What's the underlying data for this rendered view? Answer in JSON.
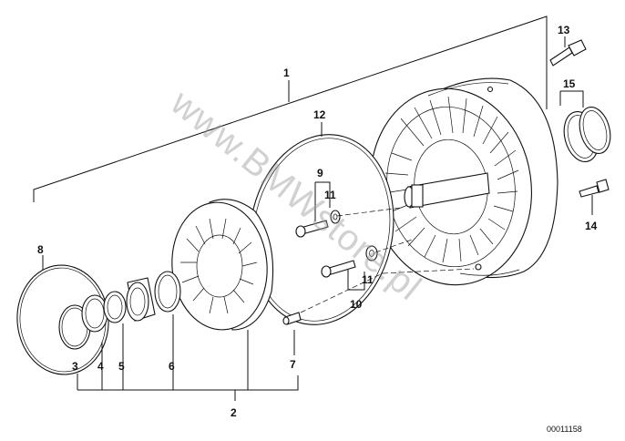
{
  "diagram": {
    "callouts": [
      "1",
      "2",
      "3",
      "4",
      "5",
      "6",
      "7",
      "8",
      "9",
      "10",
      "11",
      "11",
      "12",
      "13",
      "14",
      "15"
    ],
    "watermark": "www.BMWstore.pl",
    "drawing_code": "00011158"
  }
}
